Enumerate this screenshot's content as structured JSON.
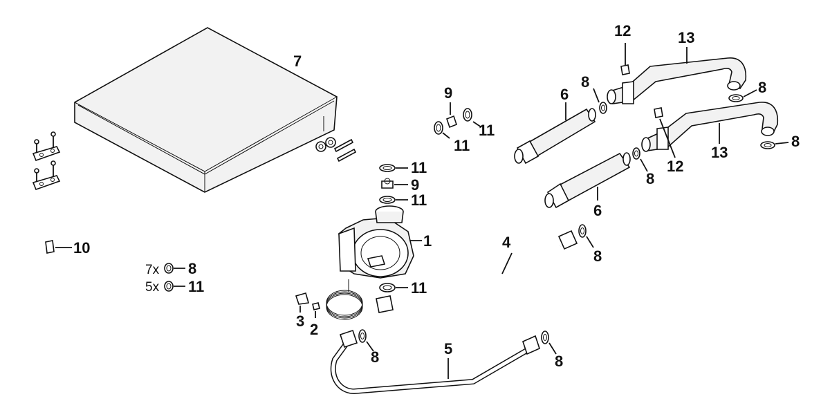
{
  "callouts": {
    "c1": "1",
    "c2": "2",
    "c3": "3",
    "c4": "4",
    "c5": "5",
    "c6a": "6",
    "c6b": "6",
    "c7": "7",
    "c8a": "8",
    "c8b": "8",
    "c8c": "8",
    "c8d": "8",
    "c8e": "8",
    "c8f": "8",
    "c8g": "8",
    "c8kit": "8",
    "c9a": "9",
    "c9b": "9",
    "c10": "10",
    "c11a": "11",
    "c11b": "11",
    "c11c": "11",
    "c11d": "11",
    "c11e": "11",
    "c11kit": "11",
    "c12a": "12",
    "c12b": "12",
    "c13a": "13",
    "c13b": "13"
  },
  "quantities": {
    "q8": "7x",
    "q11": "5x"
  }
}
